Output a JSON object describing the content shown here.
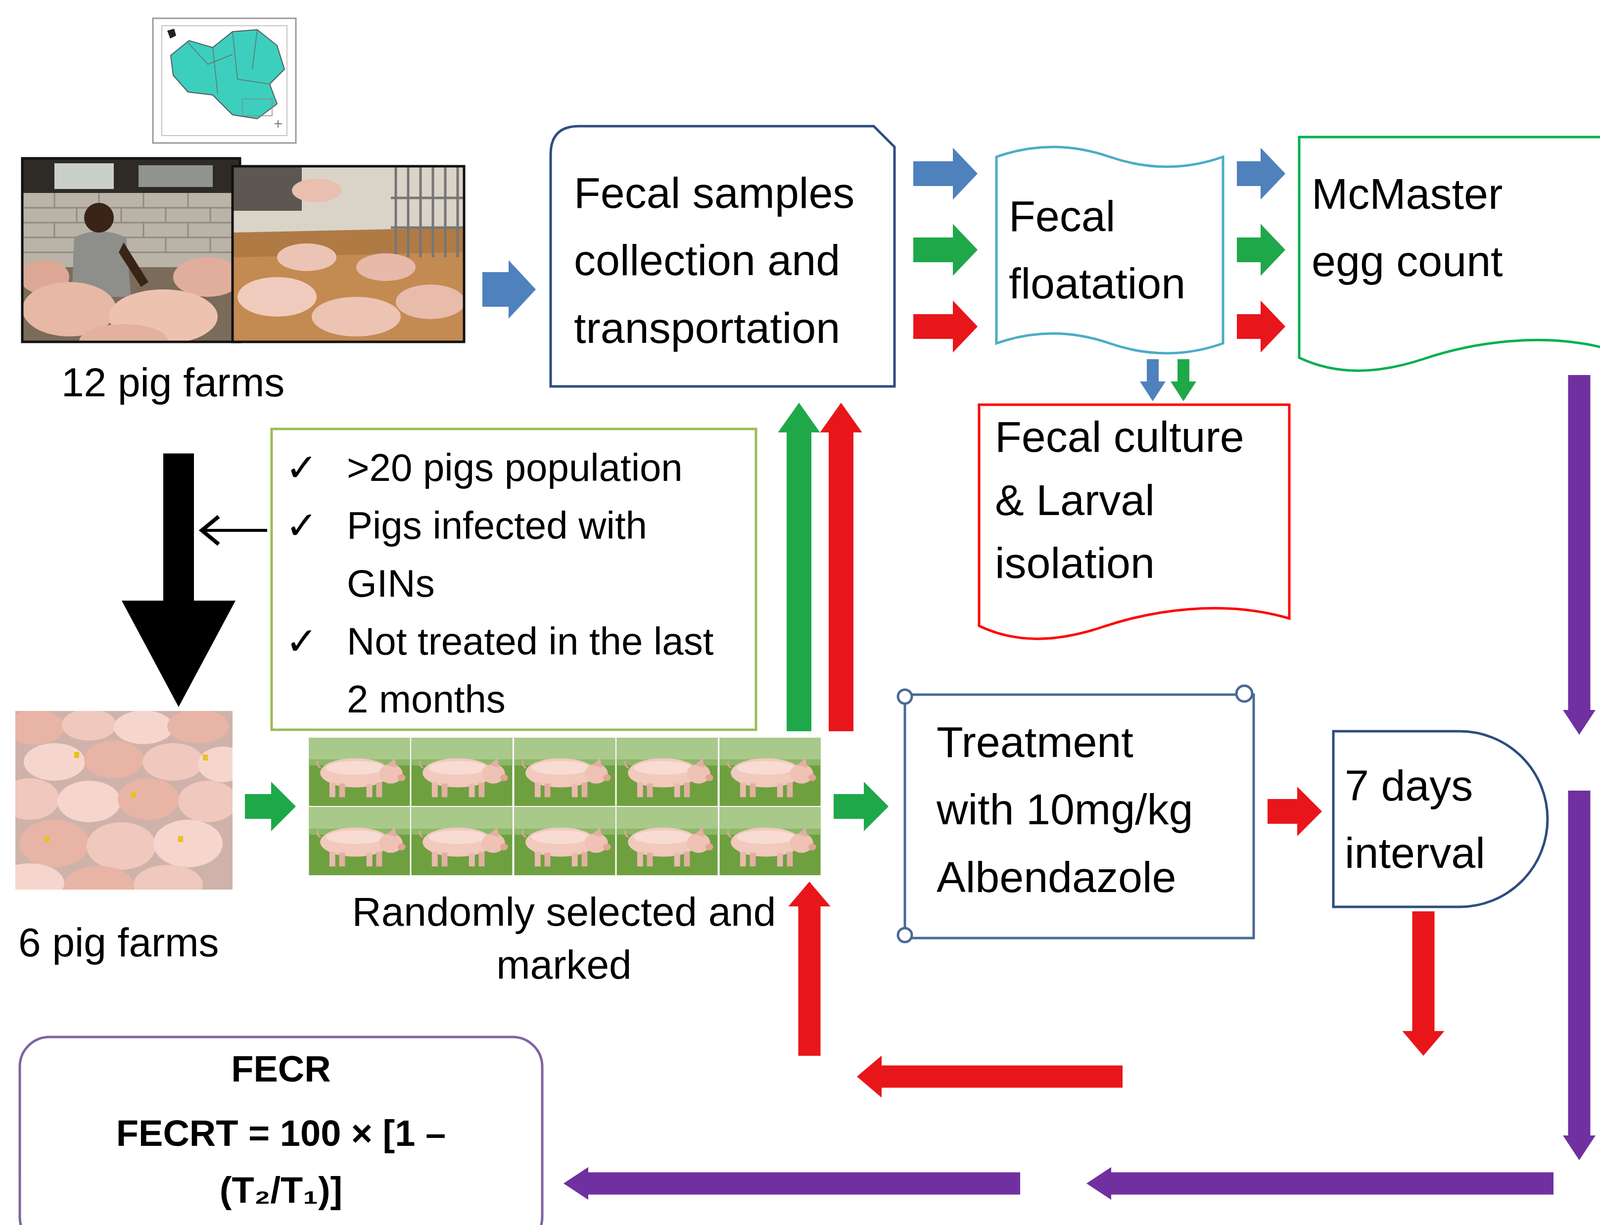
{
  "diagram": {
    "nodes": [
      {
        "text": [
          "12 pig farms"
        ]
      },
      {
        "text": [
          "Fecal samples collection and transportation"
        ]
      },
      {
        "text": [
          "Fecal floatation"
        ]
      },
      {
        "text": [
          "McMaster egg count"
        ]
      },
      {
        "text": [
          "Fecal culture & Larval isolation"
        ]
      },
      {
        "text": [
          "✓",
          ">20 pigs population",
          "✓",
          "Pigs infected with GINs",
          "✓",
          "Not treated in the last 2 months"
        ]
      },
      {
        "text": [
          "6 pig farms"
        ]
      },
      {
        "text": [
          "Randomly selected and marked"
        ]
      },
      {
        "text": [
          "Treatment with 10mg/kg Albendazole"
        ]
      },
      {
        "text": [
          "7 days interval"
        ]
      },
      {
        "text": [
          "FECR",
          "FECRT = 100 × [1 – (T₂/T₁)]"
        ]
      }
    ],
    "edges": [
      {
        "from": 0,
        "to": 1,
        "arrow": "to"
      },
      {
        "from": 1,
        "to": 2,
        "arrow": "to"
      },
      {
        "from": 1,
        "to": 2,
        "arrow": "to"
      },
      {
        "from": 1,
        "to": 2,
        "arrow": "to"
      },
      {
        "from": 2,
        "to": 3,
        "arrow": "to"
      },
      {
        "from": 2,
        "to": 3,
        "arrow": "to"
      },
      {
        "from": 2,
        "to": 3,
        "arrow": "to"
      },
      {
        "from": 2,
        "to": 4,
        "arrow": "to"
      },
      {
        "from": 2,
        "to": 4,
        "arrow": "to"
      },
      {
        "from": 0,
        "to": 6,
        "arrow": "to"
      },
      {
        "from": 6,
        "to": 7,
        "arrow": "to"
      },
      {
        "from": 7,
        "to": 1,
        "arrow": "to"
      },
      {
        "from": 7,
        "to": 1,
        "arrow": "to"
      },
      {
        "from": 7,
        "to": 8,
        "arrow": "to"
      },
      {
        "from": 8,
        "to": 9,
        "arrow": "to"
      },
      {
        "from": 9,
        "to": 7,
        "arrow": "to"
      },
      {
        "from": 3,
        "to": 10,
        "arrow": "to"
      }
    ]
  }
}
